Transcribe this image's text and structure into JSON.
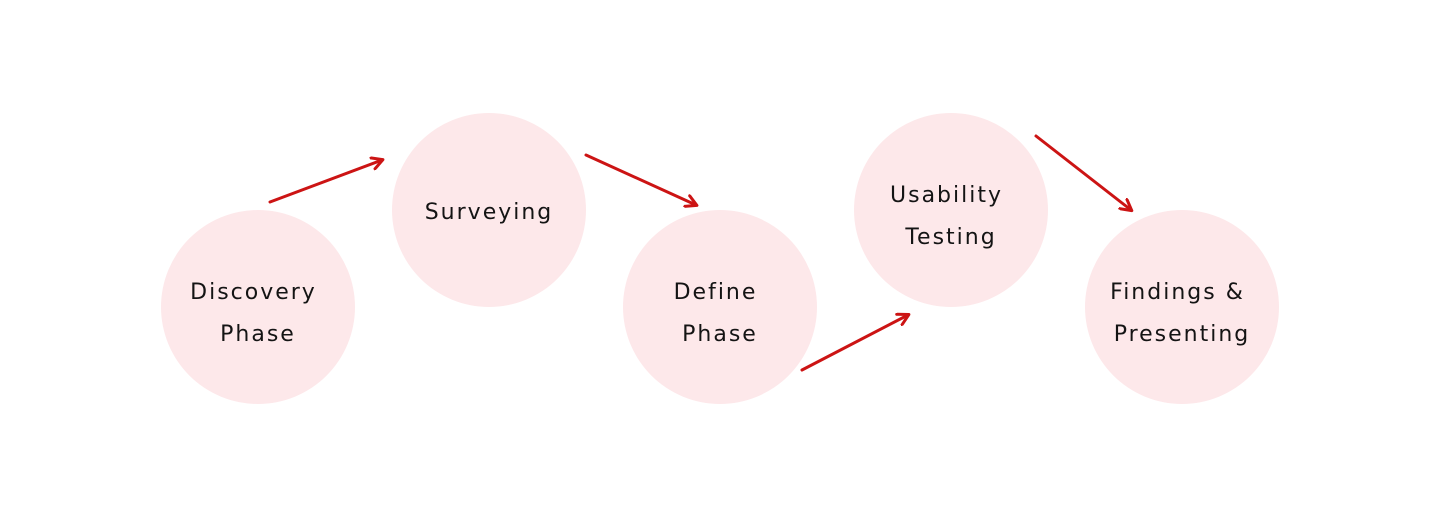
{
  "colors": {
    "background": "#ffffff",
    "circle_fill": "#fde8ea",
    "arrow": "#cc1414",
    "text": "#141414"
  },
  "steps": [
    {
      "id": "discovery",
      "lines": [
        "Discovery",
        "Phase"
      ]
    },
    {
      "id": "surveying",
      "lines": [
        "Surveying"
      ]
    },
    {
      "id": "define",
      "lines": [
        "Define",
        "Phase"
      ]
    },
    {
      "id": "usability",
      "lines": [
        "Usability",
        "Testing"
      ]
    },
    {
      "id": "findings",
      "lines": [
        "Findings &",
        "Presenting"
      ]
    }
  ],
  "connectors": [
    {
      "from": "discovery",
      "to": "surveying"
    },
    {
      "from": "surveying",
      "to": "define"
    },
    {
      "from": "define",
      "to": "usability"
    },
    {
      "from": "usability",
      "to": "findings"
    }
  ]
}
